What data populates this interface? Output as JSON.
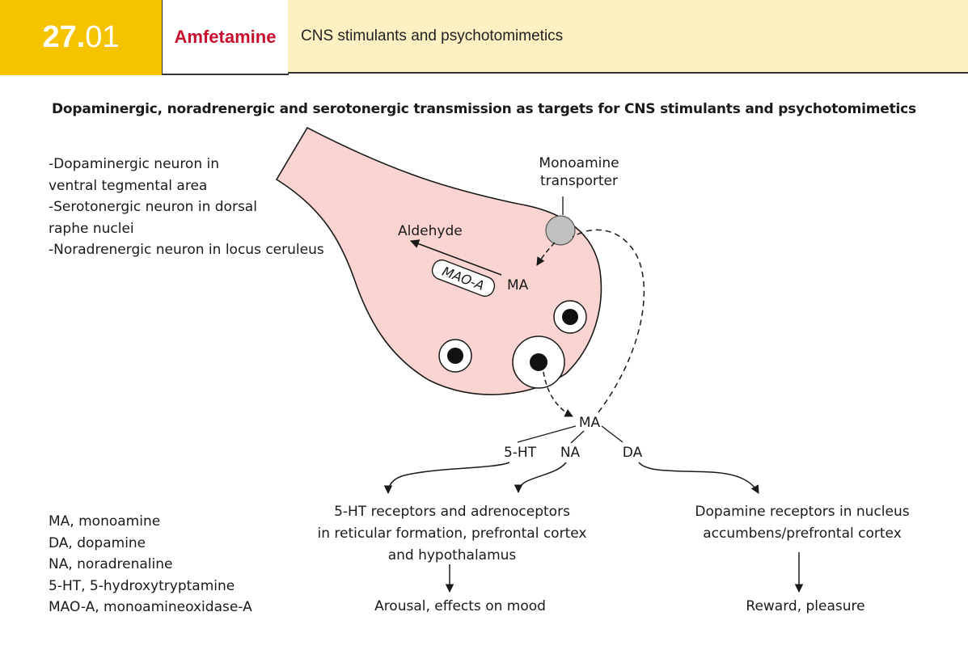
{
  "header": {
    "chapter_num": "27.",
    "section_num": "01",
    "drug": "Amfetamine",
    "category": "CNS stimulants and psychotomimetics"
  },
  "title": "Dopaminergic, noradrenergic and serotonergic transmission as targets for CNS stimulants and psychotomimetics",
  "neuron_list": [
    "-Dopaminergic neuron in",
    "ventral tegmental area",
    "-Serotonergic neuron in dorsal",
    "raphe nuclei",
    "-Noradrenergic neuron in locus ceruleus"
  ],
  "diagram": {
    "transporter_line1": "Monoamine",
    "transporter_line2": "transporter",
    "aldehyde": "Aldehyde",
    "mao": "MAO-A",
    "ma_inside": "MA",
    "ma_outside": "MA",
    "ht5": "5-HT",
    "na": "NA",
    "da": "DA",
    "left_target": [
      "5-HT receptors and adrenoceptors",
      "in reticular formation, prefrontal cortex",
      "and hypothalamus"
    ],
    "right_target": [
      "Dopamine receptors in  nucleus",
      "accumbens/prefrontal cortex"
    ],
    "left_effect": "Arousal, effects on mood",
    "right_effect": "Reward, pleasure"
  },
  "abbreviations": [
    "MA, monoamine",
    "DA, dopamine",
    "NA, noradrenaline",
    "5-HT, 5-hydroxytryptamine",
    "MAO-A, monoamineoxidase-A"
  ],
  "colors": {
    "header_yellow": "#f5c300",
    "header_cream": "#fdf0c2",
    "drug_red": "#c8102e",
    "neuron_pink": "#f9d4d1",
    "transporter_gray": "#c0c0c0"
  }
}
